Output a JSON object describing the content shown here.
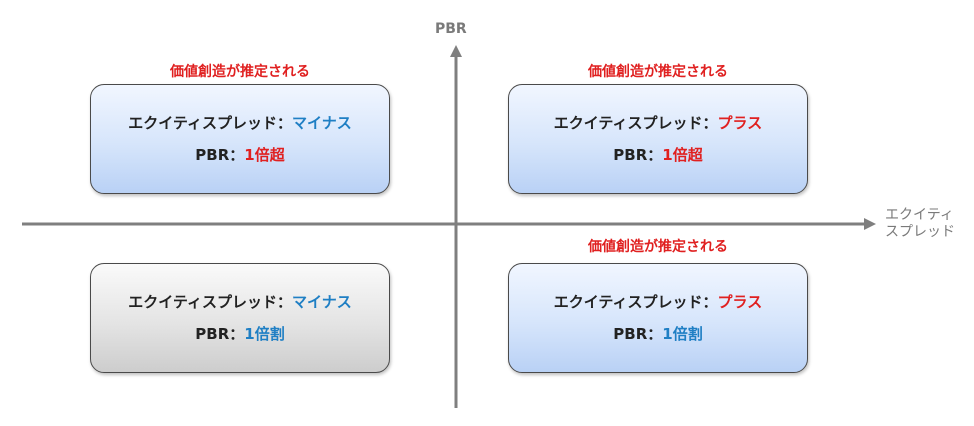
{
  "axes": {
    "y_label": "PBR",
    "x_label_line1": "エクイティ",
    "x_label_line2": "スプレッド"
  },
  "colors": {
    "axis": "#7f7f7f",
    "caption": "#e02020",
    "positive": "#e02020",
    "negative": "#1f7fc4",
    "box_blue": "#d6e5fb",
    "box_gray": "#e4e4e4"
  },
  "quadrants": {
    "top_left": {
      "caption": "価値創造が推定される",
      "spread_label": "エクイティスプレッド：",
      "spread_value": "マイナス",
      "pbr_label": "PBR：",
      "pbr_value": "1倍超"
    },
    "top_right": {
      "caption": "価値創造が推定される",
      "spread_label": "エクイティスプレッド：",
      "spread_value": "プラス",
      "pbr_label": "PBR：",
      "pbr_value": "1倍超"
    },
    "bottom_left": {
      "spread_label": "エクイティスプレッド：",
      "spread_value": "マイナス",
      "pbr_label": "PBR：",
      "pbr_value": "1倍割"
    },
    "bottom_right": {
      "caption": "価値創造が推定される",
      "spread_label": "エクイティスプレッド：",
      "spread_value": "プラス",
      "pbr_label": "PBR：",
      "pbr_value": "1倍割"
    }
  }
}
